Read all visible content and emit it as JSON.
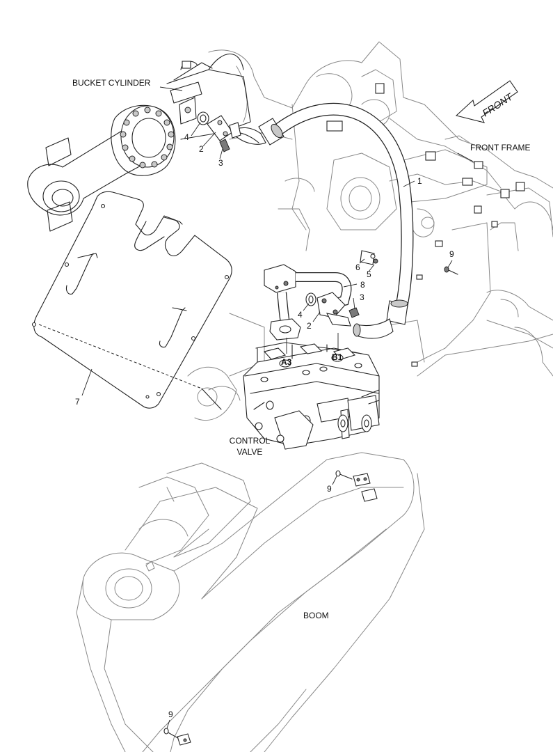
{
  "labels": {
    "bucket_cylinder": "BUCKET CYLINDER",
    "front": "FRONT",
    "front_frame": "FRONT FRAME",
    "control_valve_line1": "CONTROL",
    "control_valve_line2": "VALVE",
    "boom": "BOOM",
    "port_a3": "A3",
    "port_b1": "B1"
  },
  "callouts": {
    "c1": "1",
    "c2_top": "2",
    "c3_top": "3",
    "c4_top": "4",
    "c5": "5",
    "c6": "6",
    "c8": "8",
    "c3_mid": "3",
    "c4_mid": "4",
    "c2_mid": "2",
    "c7": "7",
    "c9_right": "9",
    "c9_mid": "9",
    "c9_bottom": "9"
  }
}
